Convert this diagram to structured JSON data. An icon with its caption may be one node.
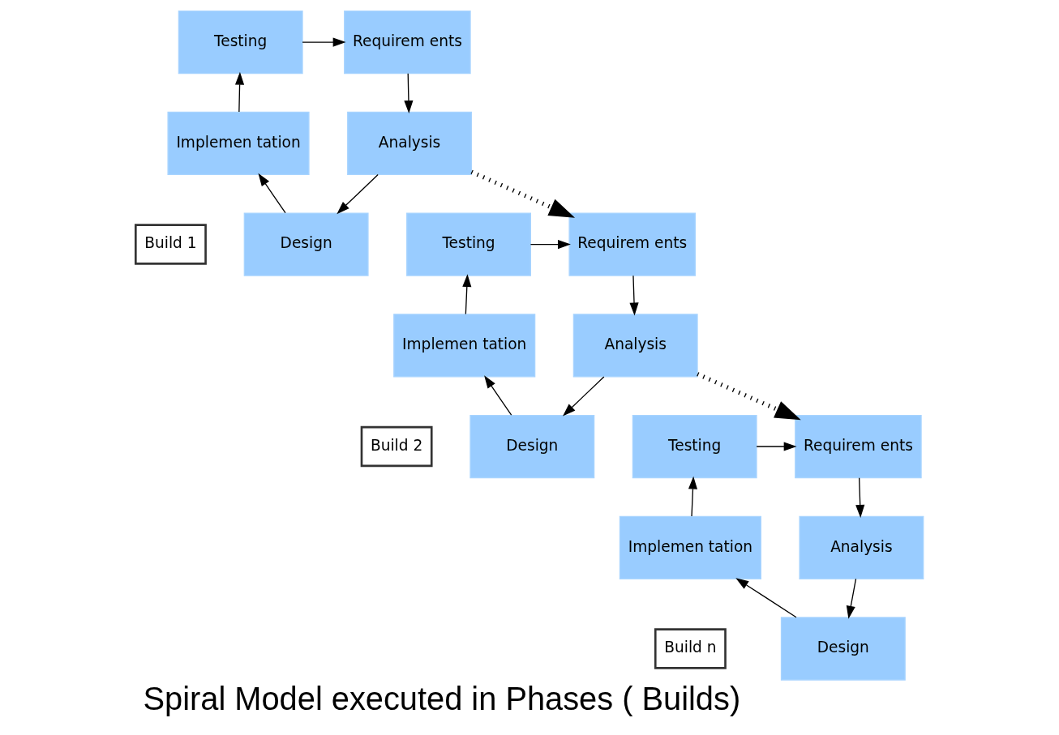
{
  "diagram": {
    "title": "Spiral Model executed in Phases ( Builds)",
    "nodes": [
      {
        "text": [
          "Testing"
        ]
      },
      {
        "text": [
          "Requirem ents"
        ]
      },
      {
        "text": [
          "Analysis"
        ]
      },
      {
        "text": [
          "Implemen tation"
        ]
      },
      {
        "text": [
          "Design"
        ]
      },
      {
        "text": [
          "Build 1"
        ]
      },
      {
        "text": [
          "Testing"
        ]
      },
      {
        "text": [
          "Requirem ents"
        ]
      },
      {
        "text": [
          "Analysis"
        ]
      },
      {
        "text": [
          "Implemen tation"
        ]
      },
      {
        "text": [
          "Design"
        ]
      },
      {
        "text": [
          "Build 2"
        ]
      },
      {
        "text": [
          "Testing"
        ]
      },
      {
        "text": [
          "Requirem ents"
        ]
      },
      {
        "text": [
          "Analysis"
        ]
      },
      {
        "text": [
          "Implemen tation"
        ]
      },
      {
        "text": [
          "Design"
        ]
      },
      {
        "text": [
          "Build n"
        ]
      }
    ],
    "edges": [
      {
        "from": 0,
        "to": 1,
        "arrow": "to"
      },
      {
        "from": 1,
        "to": 2,
        "arrow": "to"
      },
      {
        "from": 2,
        "to": 4,
        "arrow": "to"
      },
      {
        "from": 4,
        "to": 3,
        "arrow": "to"
      },
      {
        "from": 3,
        "to": 0,
        "arrow": "to"
      },
      {
        "from": 2,
        "to": 7,
        "arrow": "to",
        "style": "dashed"
      },
      {
        "from": 6,
        "to": 7,
        "arrow": "to"
      },
      {
        "from": 7,
        "to": 8,
        "arrow": "to"
      },
      {
        "from": 8,
        "to": 10,
        "arrow": "to"
      },
      {
        "from": 10,
        "to": 9,
        "arrow": "to"
      },
      {
        "from": 9,
        "to": 6,
        "arrow": "to"
      },
      {
        "from": 8,
        "to": 13,
        "arrow": "to",
        "style": "dashed"
      },
      {
        "from": 12,
        "to": 13,
        "arrow": "to"
      },
      {
        "from": 13,
        "to": 14,
        "arrow": "to"
      },
      {
        "from": 14,
        "to": 16,
        "arrow": "to"
      },
      {
        "from": 16,
        "to": 15,
        "arrow": "to"
      },
      {
        "from": 15,
        "to": 12,
        "arrow": "to"
      }
    ]
  }
}
